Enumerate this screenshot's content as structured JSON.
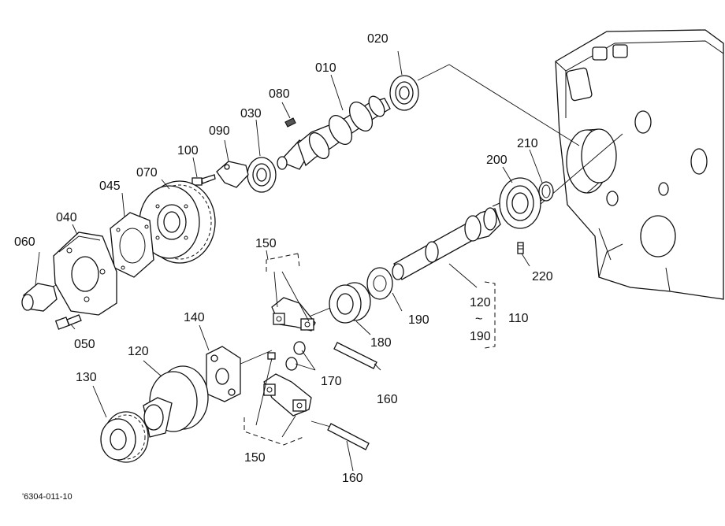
{
  "figure_code": "'6304-011-10",
  "callouts": {
    "p010": "010",
    "p020": "020",
    "p030": "030",
    "p040": "040",
    "p045": "045",
    "p050": "050",
    "p060": "060",
    "p070": "070",
    "p080": "080",
    "p090": "090",
    "p100": "100",
    "p110": "110",
    "p120a": "120",
    "p120b": "120",
    "p130": "130",
    "p140": "140",
    "p150a": "150",
    "p150b": "150",
    "p160a": "160",
    "p160b": "160",
    "p170": "170",
    "p180": "180",
    "p190a": "190",
    "p190b": "190",
    "p200": "200",
    "p210": "210",
    "p220": "220",
    "range_tilde": "~"
  }
}
